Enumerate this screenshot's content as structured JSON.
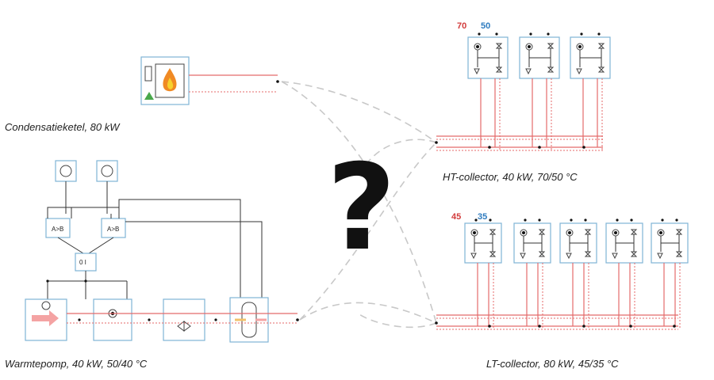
{
  "labels": {
    "boiler": "Condensatieketel, 80 kW",
    "heatpump": "Warmtepomp, 40 kW, 50/40 °C",
    "ht_collector": "HT-collector, 40 kW, 70/50 °C",
    "lt_collector": "LT-collector, 80 kW, 45/35 °C"
  },
  "ht_temps": {
    "supply": "70",
    "return": "50"
  },
  "lt_temps": {
    "supply": "45",
    "return": "35"
  },
  "question_mark": "?",
  "controller_text": {
    "comparator": "A>B",
    "switch": "0 I"
  },
  "colors": {
    "supply": "#e46a6a",
    "return_label": "#2e7bbf",
    "frame": "#7fb3d5"
  }
}
